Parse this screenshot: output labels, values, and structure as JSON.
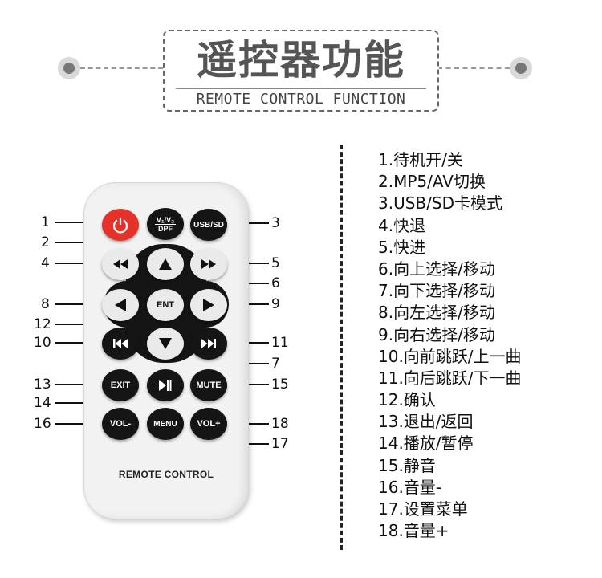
{
  "header": {
    "title": "遥控器功能",
    "subtitle": "REMOTE CONTROL FUNCTION"
  },
  "remote": {
    "label": "REMOTE CONTROL",
    "buttons": {
      "power": "⏻",
      "dpf_top": "V₁/V₂",
      "dpf_bottom": "DPF",
      "usb_sd": "USB/SD",
      "ent": "ENT",
      "exit": "EXIT",
      "mute": "MUTE",
      "vol_minus": "VOL-",
      "menu": "MENU",
      "vol_plus": "VOL+"
    },
    "colors": {
      "body": "#f2f2f2",
      "button": "#151515",
      "power": "#e53128"
    }
  },
  "callouts": [
    "1",
    "2",
    "3",
    "4",
    "5",
    "6",
    "7",
    "8",
    "9",
    "10",
    "11",
    "12",
    "13",
    "14",
    "15",
    "16",
    "17",
    "18"
  ],
  "functions": [
    "1.待机开/关",
    "2.MP5/AV切换",
    "3.USB/SD卡模式",
    "4.快退",
    "5.快进",
    "6.向上选择/移动",
    "7.向下选择/移动",
    "8.向左选择/移动",
    "9.向右选择/移动",
    "10.向前跳跃/上一曲",
    "11.向后跳跃/下一曲",
    "12.确认",
    "13.退出/返回",
    "14.播放/暂停",
    "15.静音",
    "16.音量-",
    "17.设置菜单",
    "18.音量+"
  ]
}
